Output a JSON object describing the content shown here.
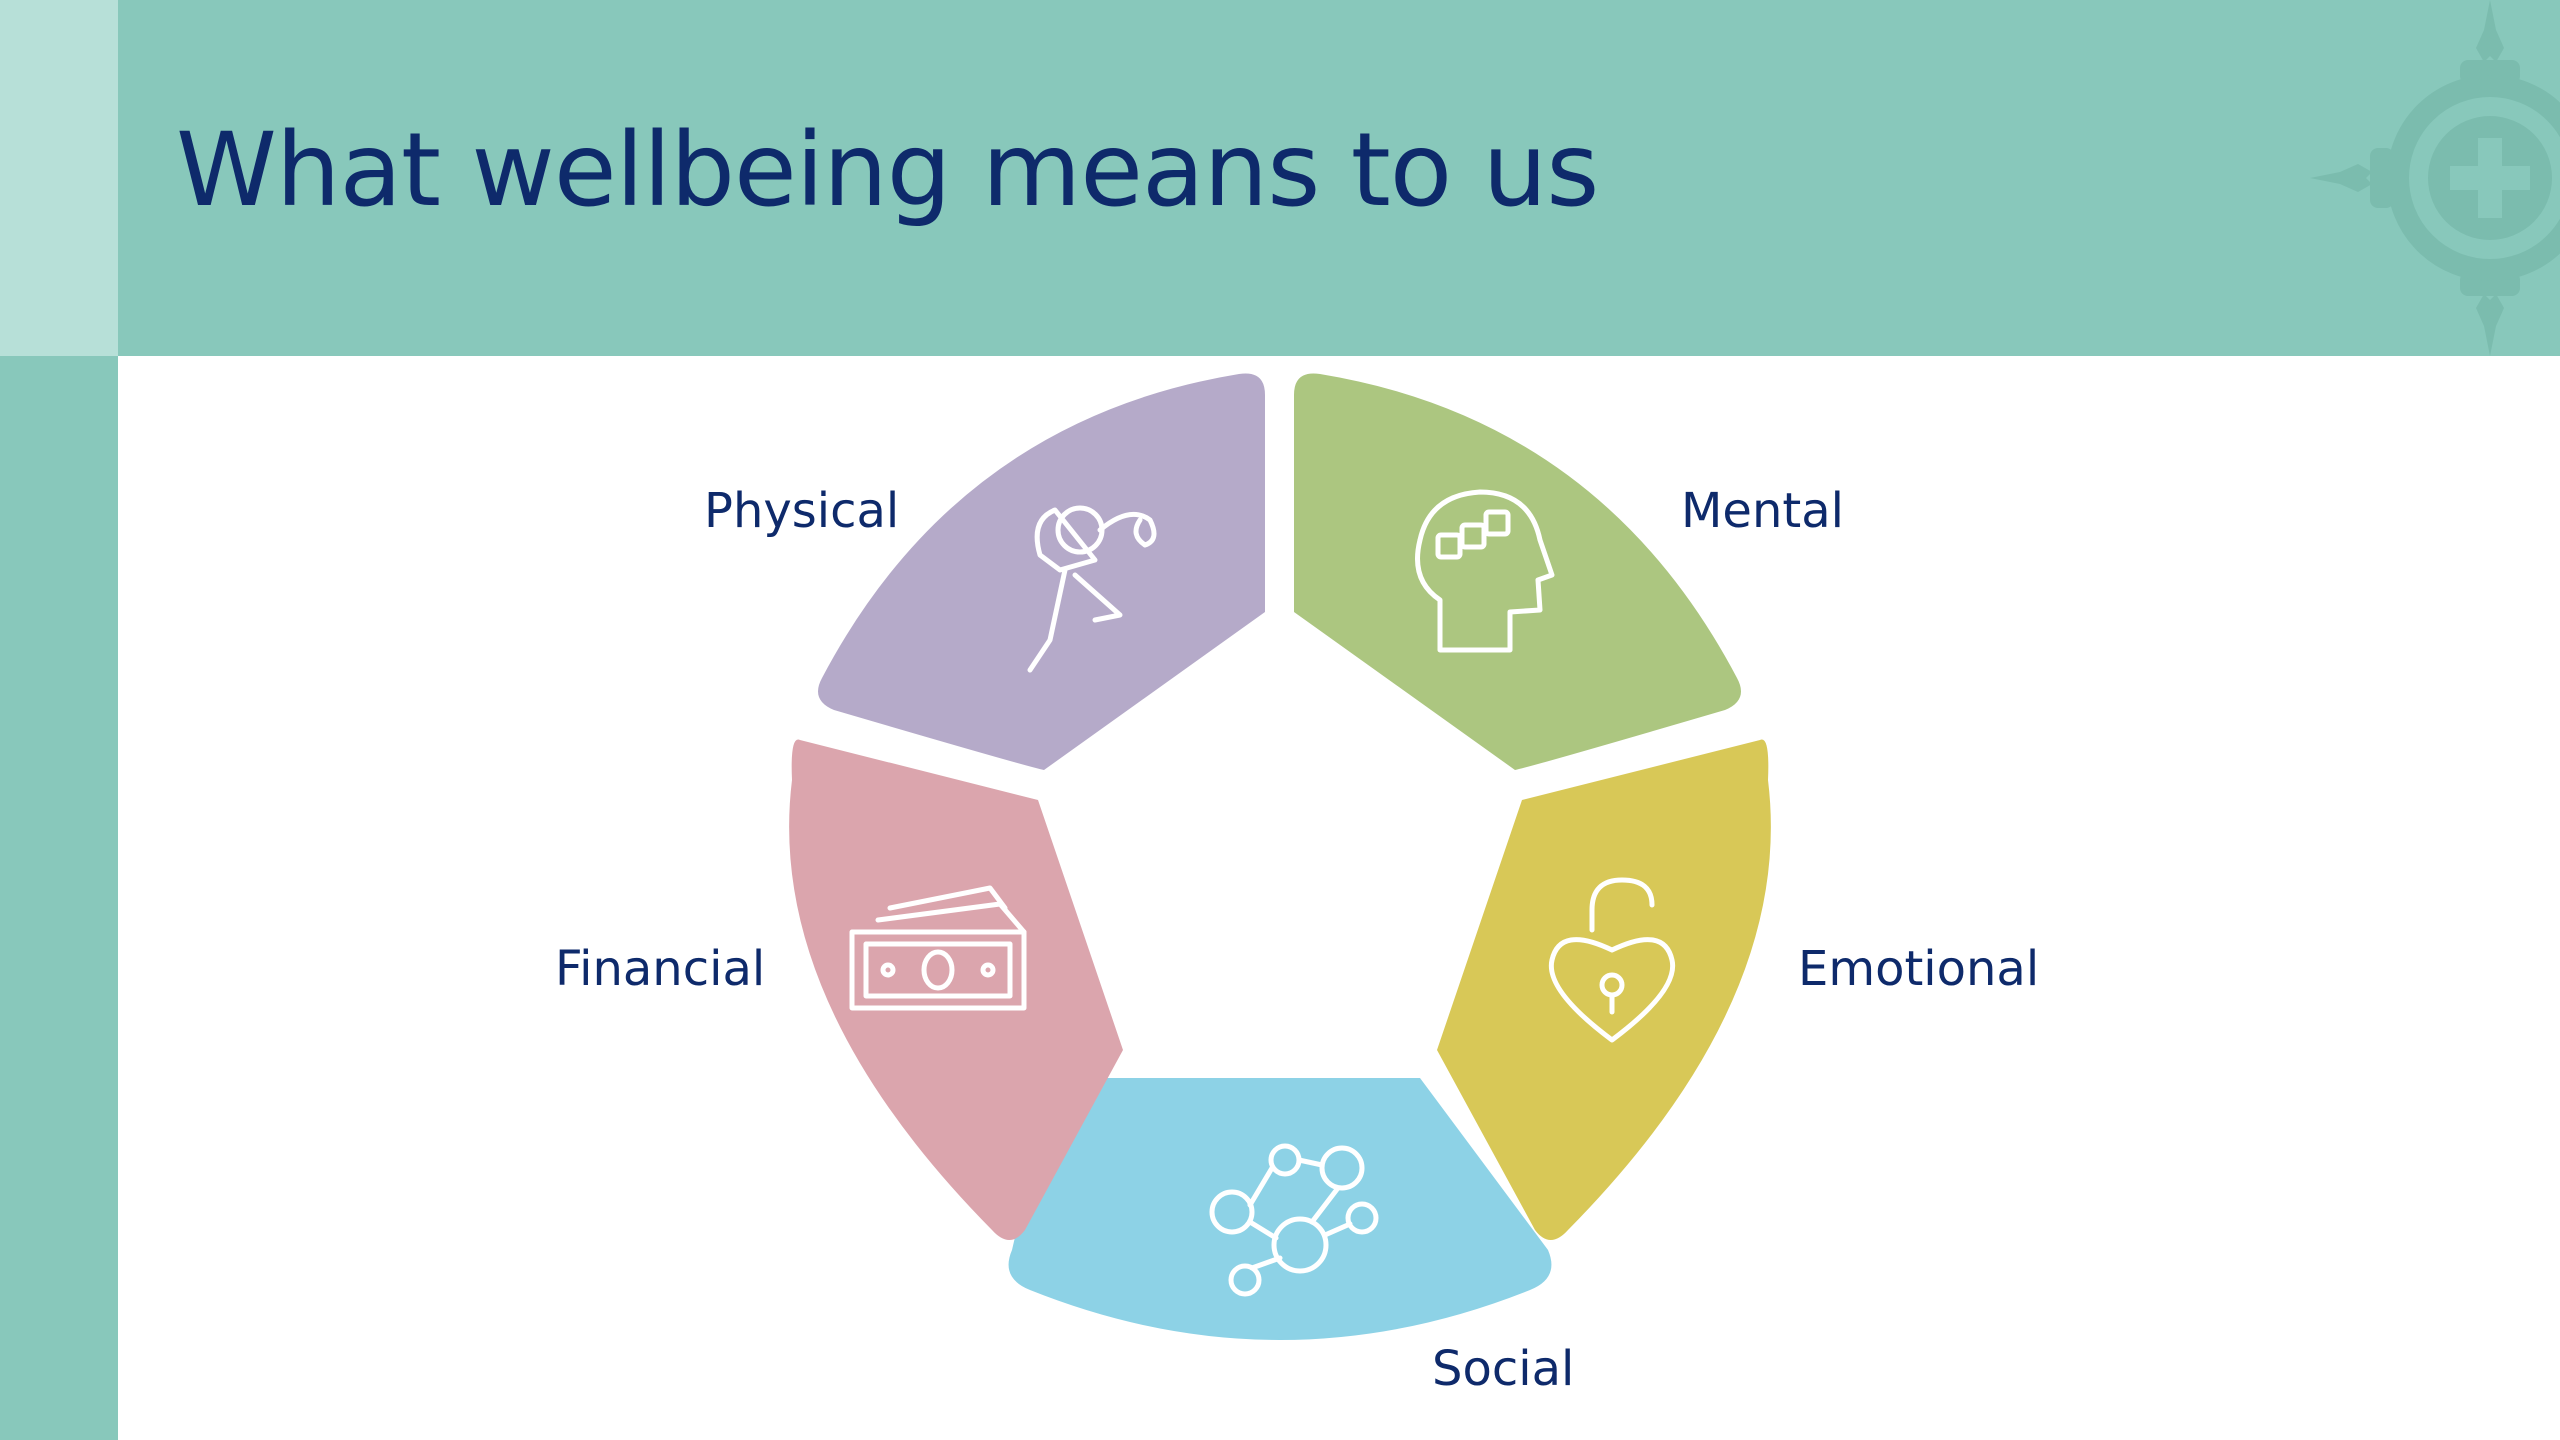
{
  "slide": {
    "title": "What wellbeing means to us"
  },
  "colors": {
    "header": "#88c8bb",
    "left_bar_light": "#b7e0d8",
    "title_text": "#0e2a6b",
    "segment_physical": "#b5aac9",
    "segment_mental": "#acc680",
    "segment_emotional": "#d8c857",
    "segment_social": "#8dd2e6",
    "segment_financial": "#dba5ad",
    "icon_stroke": "#ffffff"
  },
  "segments": [
    {
      "key": "physical",
      "label": "Physical",
      "icon": "runner-icon"
    },
    {
      "key": "mental",
      "label": "Mental",
      "icon": "head-puzzle-icon"
    },
    {
      "key": "emotional",
      "label": "Emotional",
      "icon": "heart-padlock-icon"
    },
    {
      "key": "social",
      "label": "Social",
      "icon": "network-people-icon"
    },
    {
      "key": "financial",
      "label": "Financial",
      "icon": "banknotes-icon"
    }
  ],
  "logo": {
    "icon": "cross-emblem-icon"
  }
}
